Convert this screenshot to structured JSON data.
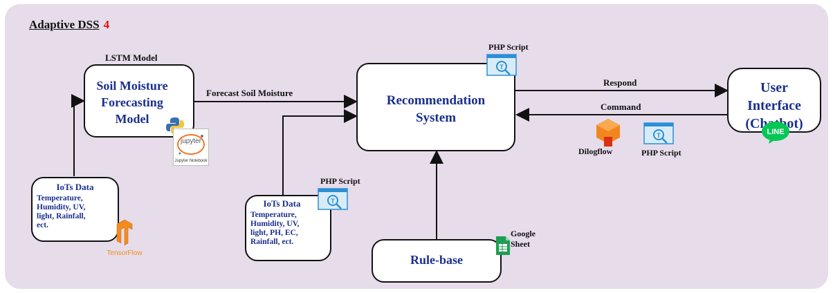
{
  "title": {
    "text": "Adaptive DSS",
    "number": "4"
  },
  "soil_model": {
    "caption": "LSTM Model",
    "lines": [
      "Soil Moisture",
      "Forecasting",
      "Model"
    ]
  },
  "jupyter": {
    "logo": "jupyter",
    "small": "Jupyter Notebook"
  },
  "iot1": {
    "title": "IoTs Data",
    "lines": [
      "Temperature,",
      "Humidity, UV,",
      "light,  Rainfall,",
      "ect."
    ]
  },
  "tensorflow": {
    "text": "TensorFlow"
  },
  "forecast_label": "Forecast Soil Moisture",
  "recommendation": {
    "lines": [
      "Recommendation",
      "System"
    ]
  },
  "php_top": "PHP Script",
  "iot2": {
    "title": "IoTs Data",
    "lines": [
      "Temperature,",
      "Humidity, UV,",
      "light, PH, EC,",
      "Rainfall, ect."
    ]
  },
  "php_mid": "PHP Script",
  "rulebase": "Rule-base",
  "google_sheet": {
    "lines": [
      "Google",
      "Sheet"
    ]
  },
  "respond": "Respond",
  "command": "Command",
  "dialogflow": "Dilogflow",
  "php_right": "PHP Script",
  "ui": {
    "lines": [
      "User",
      "Interface",
      "(Chatbot)"
    ]
  },
  "line_logo": "LINE",
  "colors": {
    "panel": "#e6dcea",
    "text_blue": "#1a2f8c",
    "accent_red": "#e01010",
    "php_blue": "#2b8fd6",
    "dialogflow": "#f2861e",
    "sheet_green": "#1f9d55",
    "line_green": "#06c755"
  }
}
